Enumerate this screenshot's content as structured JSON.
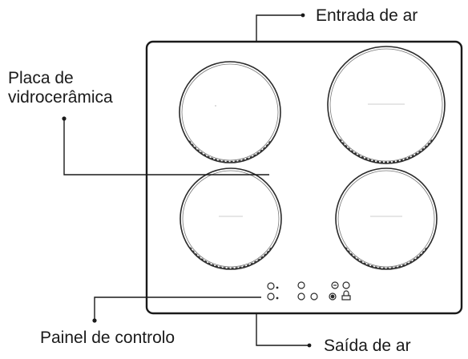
{
  "labels": {
    "air_inlet": "Entrada de ar",
    "glass_plate_line1": "Placa de",
    "glass_plate_line2": "vidrocerâmica",
    "control_panel": "Painel de controlo",
    "air_outlet": "Saída de ar"
  },
  "colors": {
    "line": "#1a1a1a",
    "burner_ring": "#2a2a2a"
  },
  "icons": {
    "burners": [
      "burner-front-left",
      "burner-front-right",
      "burner-rear-left",
      "burner-rear-right"
    ],
    "controls": [
      "power-icon",
      "lock-icon",
      "timer-icon",
      "boost-icon",
      "button-icon"
    ]
  }
}
